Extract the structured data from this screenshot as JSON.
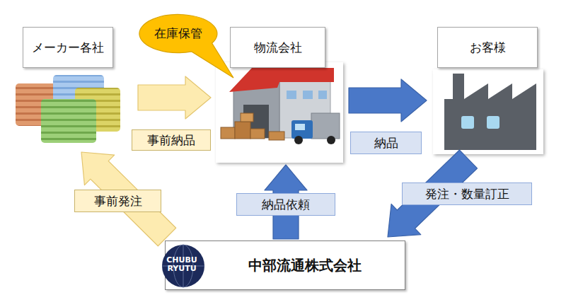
{
  "diagram": {
    "nodes": [
      {
        "text": [
          "メーカー各社"
        ]
      },
      {
        "text": [
          "在庫保管"
        ]
      },
      {
        "text": [
          "物流会社"
        ]
      },
      {
        "text": [
          "お客様"
        ]
      },
      {
        "text": [
          "中部流通株式会社"
        ]
      }
    ],
    "edges": [
      {
        "from": 0,
        "to": 2,
        "label": "事前納品",
        "arrow": "to"
      },
      {
        "from": 2,
        "to": 3,
        "label": "納品",
        "arrow": "to"
      },
      {
        "from": 3,
        "to": 4,
        "label": "発注・数量訂正",
        "arrow": "to"
      },
      {
        "from": 4,
        "to": 2,
        "label": "納品依頼",
        "arrow": "to"
      },
      {
        "from": 4,
        "to": 0,
        "label": "事前発注",
        "arrow": "to"
      }
    ],
    "labels": [
      "CHUBU RYUTU"
    ]
  }
}
